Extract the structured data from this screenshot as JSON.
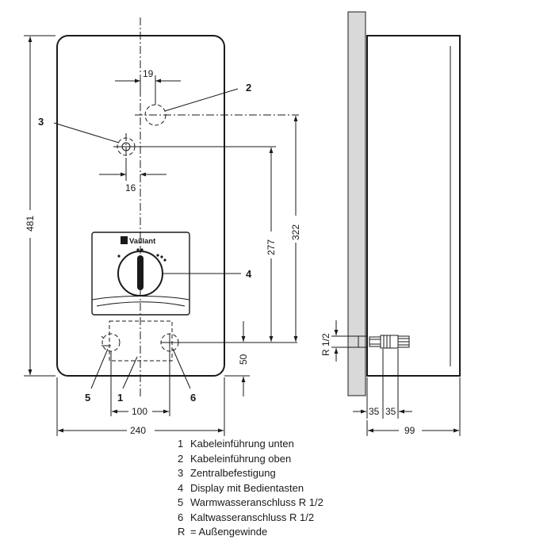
{
  "brand": "Vaillant",
  "dimensions": {
    "height_total": "481",
    "width_total": "240",
    "depth": "99",
    "upper_entry_offset": "19",
    "mount_offset": "16",
    "height_to_mount": "277",
    "height_to_upper_entry": "322",
    "pipe_height": "50",
    "pipe_spacing": "100",
    "side_pipe_a": "35",
    "side_pipe_b": "35",
    "thread_size": "R 1/2"
  },
  "callouts": [
    "1",
    "2",
    "3",
    "4",
    "5",
    "6"
  ],
  "legend": [
    {
      "key": "1",
      "text": "Kabeleinführung unten"
    },
    {
      "key": "2",
      "text": "Kabeleinführung oben"
    },
    {
      "key": "3",
      "text": "Zentralbefestigung"
    },
    {
      "key": "4",
      "text": "Display mit Bedientasten"
    },
    {
      "key": "5",
      "text": "Warmwasseranschluss R 1/2"
    },
    {
      "key": "6",
      "text": "Kaltwasseranschluss R 1/2"
    },
    {
      "key": "R",
      "text": "= Außengewinde"
    }
  ]
}
